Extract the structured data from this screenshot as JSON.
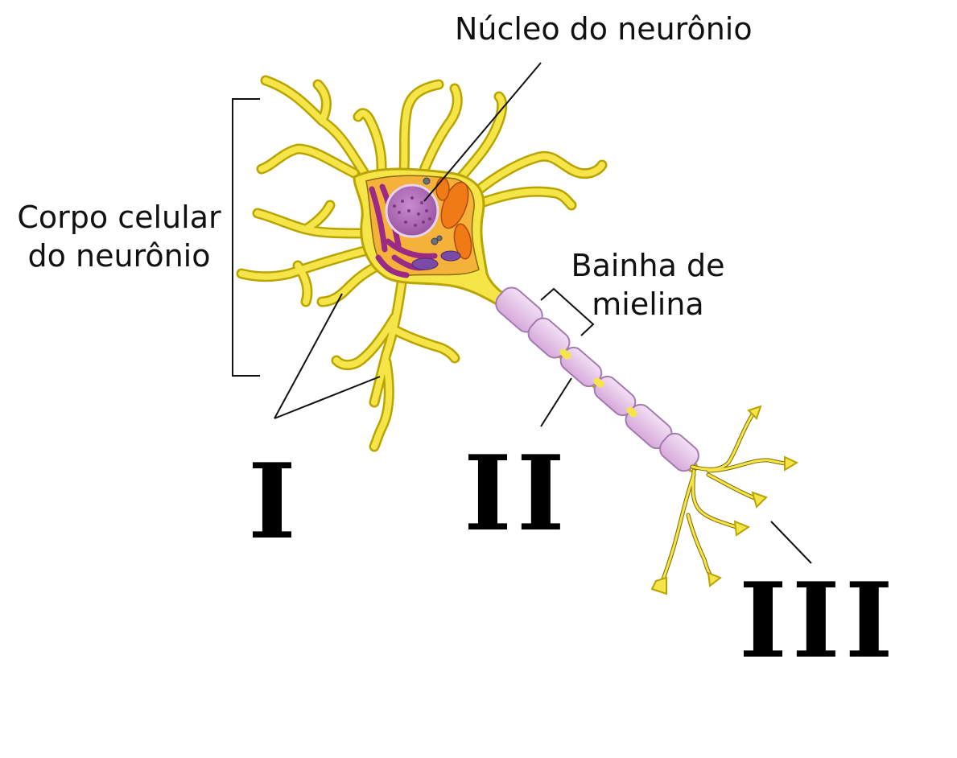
{
  "labels": {
    "nucleus": "Núcleo do neurônio",
    "cell_body": "Corpo celular\ndo neurônio",
    "myelin_sheath": "Bainha de\nmielina"
  },
  "markers": {
    "one": "I",
    "two": "II",
    "three": "III"
  },
  "colors": {
    "neuron_fill": "#f6e548",
    "neuron_stroke": "#b9a400",
    "myelin_fill": "#e4c3e6",
    "myelin_stroke": "#a27bb0",
    "nucleus_fill": "#b065b6",
    "er_color": "#9a2a86",
    "mitochondria": "#ef7a16",
    "cytoplasm": "#f4b23a",
    "leader_line": "#111111"
  }
}
